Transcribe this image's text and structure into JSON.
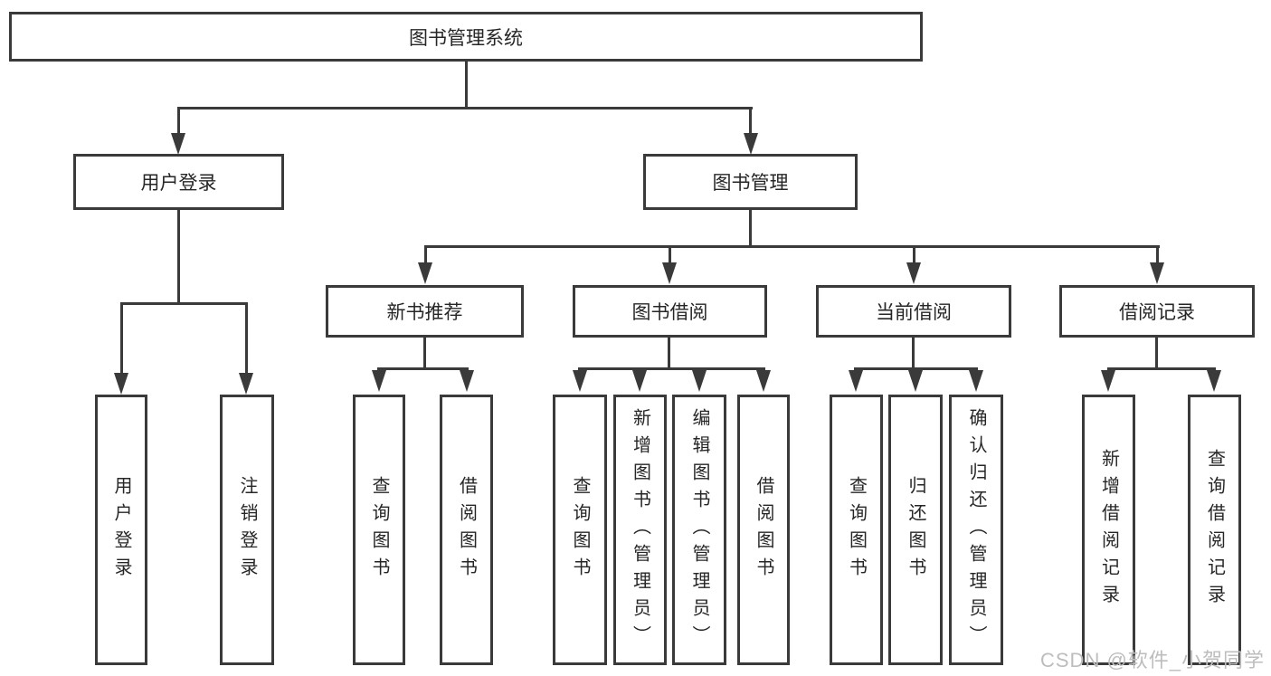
{
  "diagram": {
    "root": {
      "label": "图书管理系统"
    },
    "level2": {
      "user_login": {
        "label": "用户登录"
      },
      "book_management": {
        "label": "图书管理"
      }
    },
    "level3": {
      "new_book_recommend": {
        "label": "新书推荐"
      },
      "book_borrow": {
        "label": "图书借阅"
      },
      "current_borrow": {
        "label": "当前借阅"
      },
      "borrow_records": {
        "label": "借阅记录"
      }
    },
    "leaves": {
      "user_login": [
        "用户登录",
        "注销登录"
      ],
      "new_book_recommend": [
        "查询图书",
        "借阅图书"
      ],
      "book_borrow": [
        "查询图书",
        "新增图书（管理员）",
        "编辑图书（管理员）",
        "借阅图书"
      ],
      "current_borrow": [
        "查询图书",
        "归还图书",
        "确认归还（管理员）"
      ],
      "borrow_records": [
        "新增借阅记录",
        "查询借阅记录"
      ]
    },
    "watermark": "CSDN @软件_小贺同学",
    "colors": {
      "line": "#3a3a3a",
      "text": "#262626",
      "watermark": "#bdbdbd",
      "background": "#ffffff"
    }
  }
}
